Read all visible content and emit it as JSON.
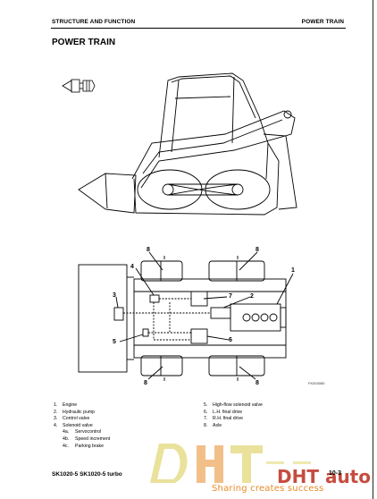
{
  "header": {
    "section": "STRUCTURE AND FUNCTION",
    "topic": "POWER TRAIN"
  },
  "title": "POWER TRAIN",
  "diagram": {
    "callouts": [
      "8",
      "8",
      "4",
      "1",
      "3",
      "7",
      "2",
      "5",
      "6",
      "8",
      "8"
    ],
    "code": "FK003080"
  },
  "legend": {
    "col1": [
      {
        "num": "1.",
        "label": "Engine"
      },
      {
        "num": "2.",
        "label": "Hydraulic pump"
      },
      {
        "num": "3.",
        "label": "Control valve"
      },
      {
        "num": "4.",
        "label": "Solenoid valve"
      },
      {
        "num": "4a.",
        "label": "Servocontrol",
        "sub": true
      },
      {
        "num": "4b.",
        "label": "Speed increment",
        "sub": true
      },
      {
        "num": "4c.",
        "label": "Parking brake",
        "sub": true
      }
    ],
    "col2": [
      {
        "num": "5.",
        "label": "High-flow solenoid valve"
      },
      {
        "num": "6.",
        "label": "L.H. final drive"
      },
      {
        "num": "7.",
        "label": "R.H. final drive"
      },
      {
        "num": "8.",
        "label": "Axle"
      }
    ]
  },
  "footer": {
    "model": "SK1020-5 SK1020-5 turbo",
    "page": "10-3"
  },
  "watermark": {
    "logo_text": "DHT auto",
    "tagline": "Sharing creates success"
  },
  "colors": {
    "ink": "#000000",
    "watermark_yellow": "#d9c94a",
    "watermark_orange": "#e88b2a",
    "watermark_red": "#c0392b"
  }
}
